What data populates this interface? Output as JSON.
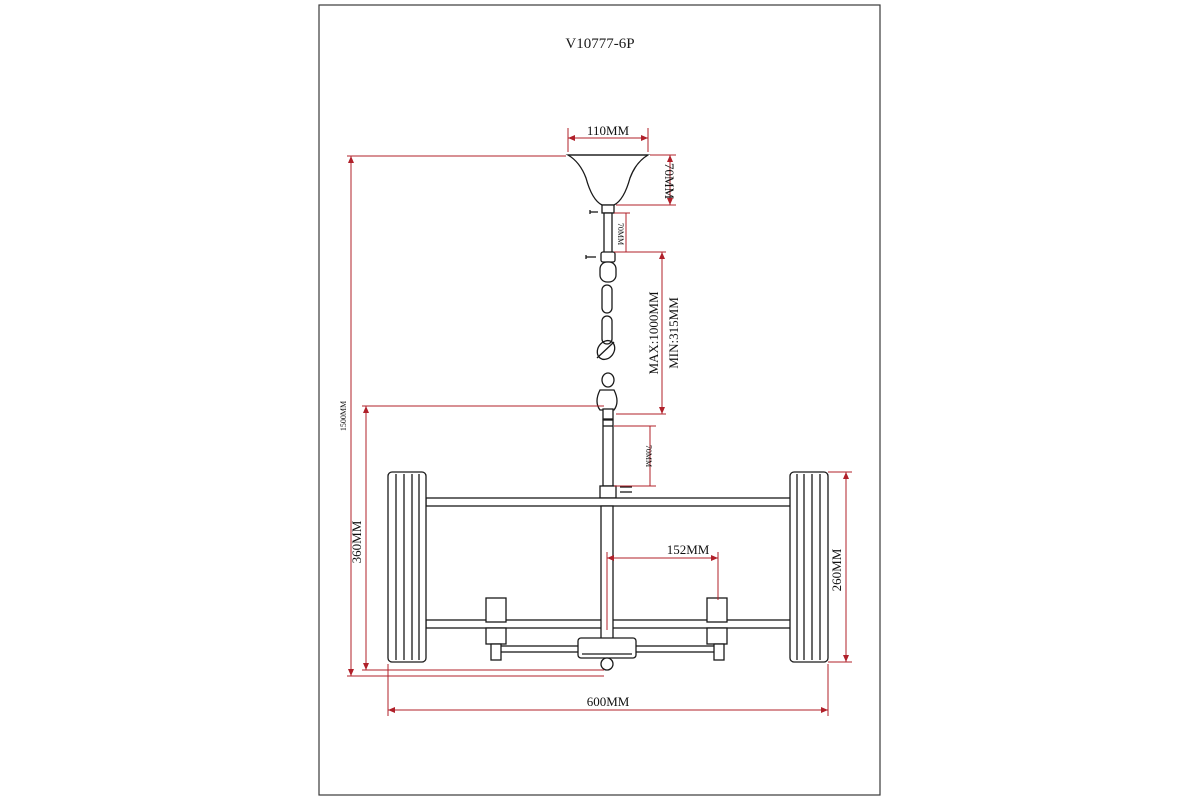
{
  "model_code": "V10777-6P",
  "colors": {
    "dimension_line": "#b0202a",
    "part_outline": "#1a1a1a",
    "frame": "#3a3a3a"
  },
  "dimensions": {
    "canopy_width": "110MM",
    "canopy_height": "70MM",
    "top_rod": "70MM",
    "chain_max": "MAX:1000MM",
    "chain_min": "MIN:315MM",
    "bottom_rod": "70MM",
    "overall_max_height": "1500MM",
    "body_height": "360MM",
    "arm_length": "152MM",
    "shade_height": "260MM",
    "overall_width": "600MM"
  }
}
